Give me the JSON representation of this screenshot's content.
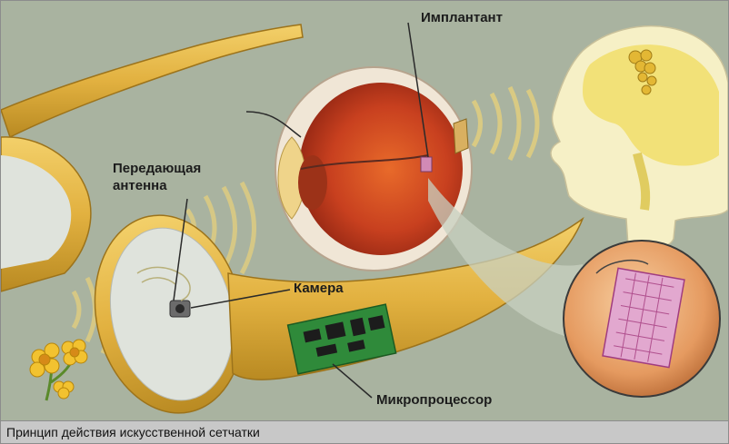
{
  "labels": {
    "implant": "Имплантант",
    "antenna_line1": "Передающая",
    "antenna_line2": "антенна",
    "camera": "Камера",
    "microprocessor": "Микропроцессор"
  },
  "caption": "Принцип действия искусственной сетчатки",
  "colors": {
    "background": "#a9b3a0",
    "frame_gold": "#e6b94a",
    "lens": "#dfe3dc",
    "eye_red": "#c23b22",
    "head": "#f6f0c6",
    "brain": "#f2e178",
    "chip_magnified": "#e9a76f",
    "circuit": "#2f8a3a",
    "caption_bar": "#c8c8c8"
  }
}
